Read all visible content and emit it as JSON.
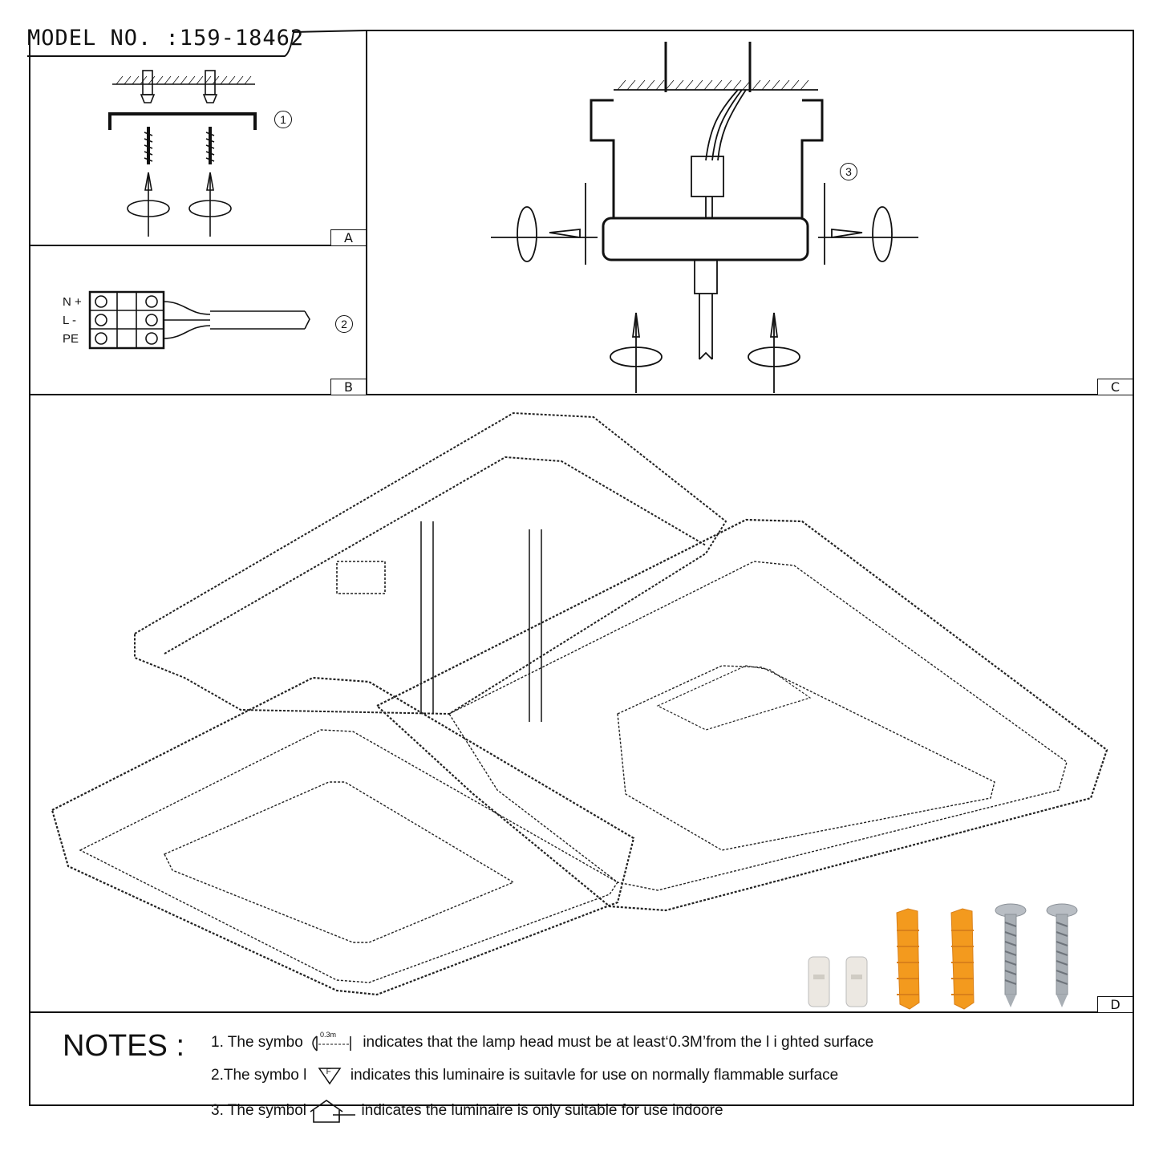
{
  "model": "MODEL NO. :159-18462",
  "panels": {
    "a": {
      "tag": "A",
      "step": "1"
    },
    "b": {
      "tag": "B",
      "step": "2",
      "labels": [
        "N +",
        "L -",
        "PE"
      ]
    },
    "c": {
      "tag": "C",
      "step": "3"
    },
    "d": {
      "tag": "D"
    }
  },
  "notes": {
    "title": "NOTES :",
    "items": [
      {
        "before": "1. The symbo",
        "after": "indicates that the lamp head must be at least‘0.3M’from the l i ghted surface",
        "symbol_text": "0.3m"
      },
      {
        "before": "2.The symbo l",
        "after": "indicates this luminaire is suitavle for use on normally flammable surface",
        "symbol_text": "F"
      },
      {
        "before": "3. The symbol",
        "after": "indicates the luminaire is only suitable for use indoore"
      }
    ]
  },
  "colors": {
    "line": "#111111",
    "anchor": "#f39a1e",
    "screw": "#a9afb5",
    "connector": "#e9e4dc"
  },
  "icons": [
    "screw-icon",
    "wall-anchor-icon",
    "terminal-block-icon",
    "rotate-arrow-icon",
    "lamp-diagram",
    "wire-connector-icon"
  ]
}
